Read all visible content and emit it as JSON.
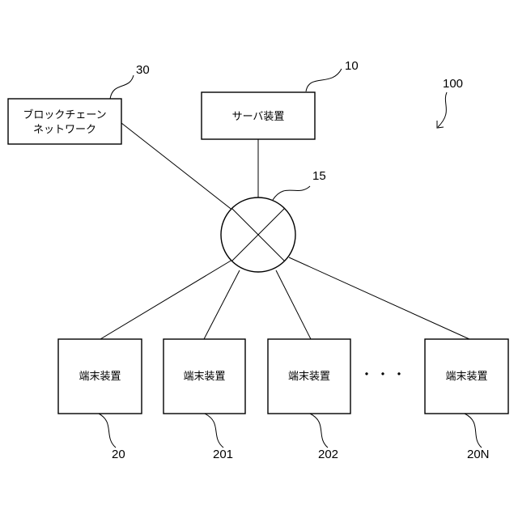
{
  "figure_number": "100",
  "hub": {
    "ref": "15"
  },
  "blockchain": {
    "ref": "30",
    "label_line1": "ブロックチェーン",
    "label_line2": "ネットワーク"
  },
  "server": {
    "ref": "10",
    "label": "サーバ装置"
  },
  "terminals": [
    {
      "ref": "20",
      "label": "端末装置"
    },
    {
      "ref": "201",
      "label": "端末装置"
    },
    {
      "ref": "202",
      "label": "端末装置"
    },
    {
      "ref": "20N",
      "label": "端末装置"
    }
  ],
  "ellipsis": "・・・"
}
